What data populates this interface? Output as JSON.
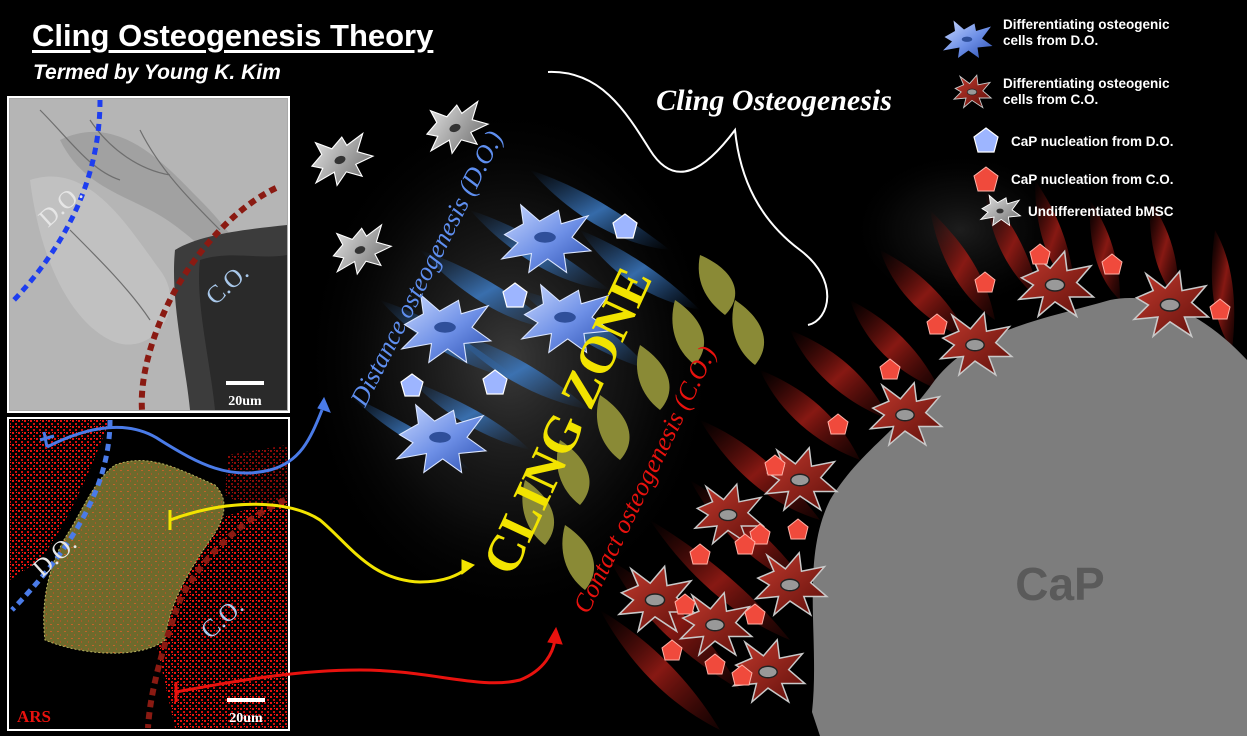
{
  "header": {
    "title": "Cling Osteogenesis Theory",
    "subtitle": "Termed by Young K. Kim"
  },
  "legend": {
    "item1_line1": "Differentiating osteogenic",
    "item1_line2": "cells from D.O.",
    "item2_line1": "Differentiating osteogenic",
    "item2_line2": "cells from C.O.",
    "item3": "CaP nucleation from D.O.",
    "item4": "CaP nucleation from C.O.",
    "item5": "Undifferentiated bMSC"
  },
  "micrograph_top": {
    "do_label": "D.O.",
    "co_label": "C.O.",
    "scale_label": "20um"
  },
  "micrograph_bottom": {
    "do_label": "D.O.",
    "co_label": "C.O.",
    "scale_label": "20um",
    "stain_label": "ARS"
  },
  "diagram": {
    "cling_osteogenesis": "Cling Osteogenesis",
    "distance_label": "Distance osteogenesis (D.O.)",
    "cling_zone": "CLING ZONE",
    "contact_label": "Contact osteogenesis (C.O.)",
    "cap_label": "CaP"
  },
  "colors": {
    "do_blue": "#4a7be8",
    "co_red": "#c0201c",
    "cling_yellow": "#f2e400",
    "leaf_olive": "#8a8a36",
    "cap_gray": "#7d7d7d"
  },
  "icons": [
    "blue-cell-icon",
    "red-cell-icon",
    "blue-pentagon-icon",
    "red-pentagon-icon",
    "gray-cell-icon"
  ]
}
